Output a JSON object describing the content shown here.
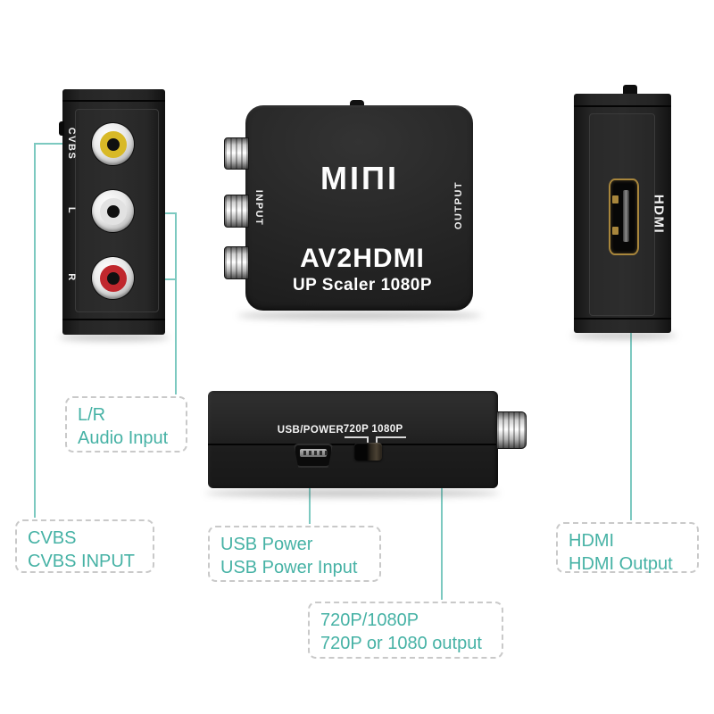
{
  "colors": {
    "teal": "#46b2a5",
    "line": "#7cc9c0",
    "dash_border": "#c9c9c9",
    "accent_yellow": "#d8b927",
    "accent_white": "#e2e2e2",
    "accent_red": "#c0272d",
    "gold": "#a8863c"
  },
  "device": {
    "brand_logo": "MIΠI",
    "name": "AV2HDMI",
    "tagline": "UP Scaler 1080P",
    "input_label": "INPUT",
    "output_label": "OUTPUT"
  },
  "left_view": {
    "cvbs_label": "CVBS",
    "l_label": "L",
    "r_label": "R"
  },
  "right_view": {
    "hdmi_label": "HDMI"
  },
  "bottom_view": {
    "usb_power_label": "USB/POWER",
    "res_720_label": "720P",
    "res_1080_label": "1080P"
  },
  "callouts": {
    "lr_audio": {
      "line1": "L/R",
      "line2": "Audio Input"
    },
    "cvbs": {
      "line1": "CVBS",
      "line2": "CVBS INPUT"
    },
    "usb": {
      "line1": "USB Power",
      "line2": "USB Power Input"
    },
    "resolution": {
      "line1": "720P/1080P",
      "line2": "720P or 1080 output"
    },
    "hdmi": {
      "line1": "HDMI",
      "line2": "HDMI Output"
    }
  }
}
